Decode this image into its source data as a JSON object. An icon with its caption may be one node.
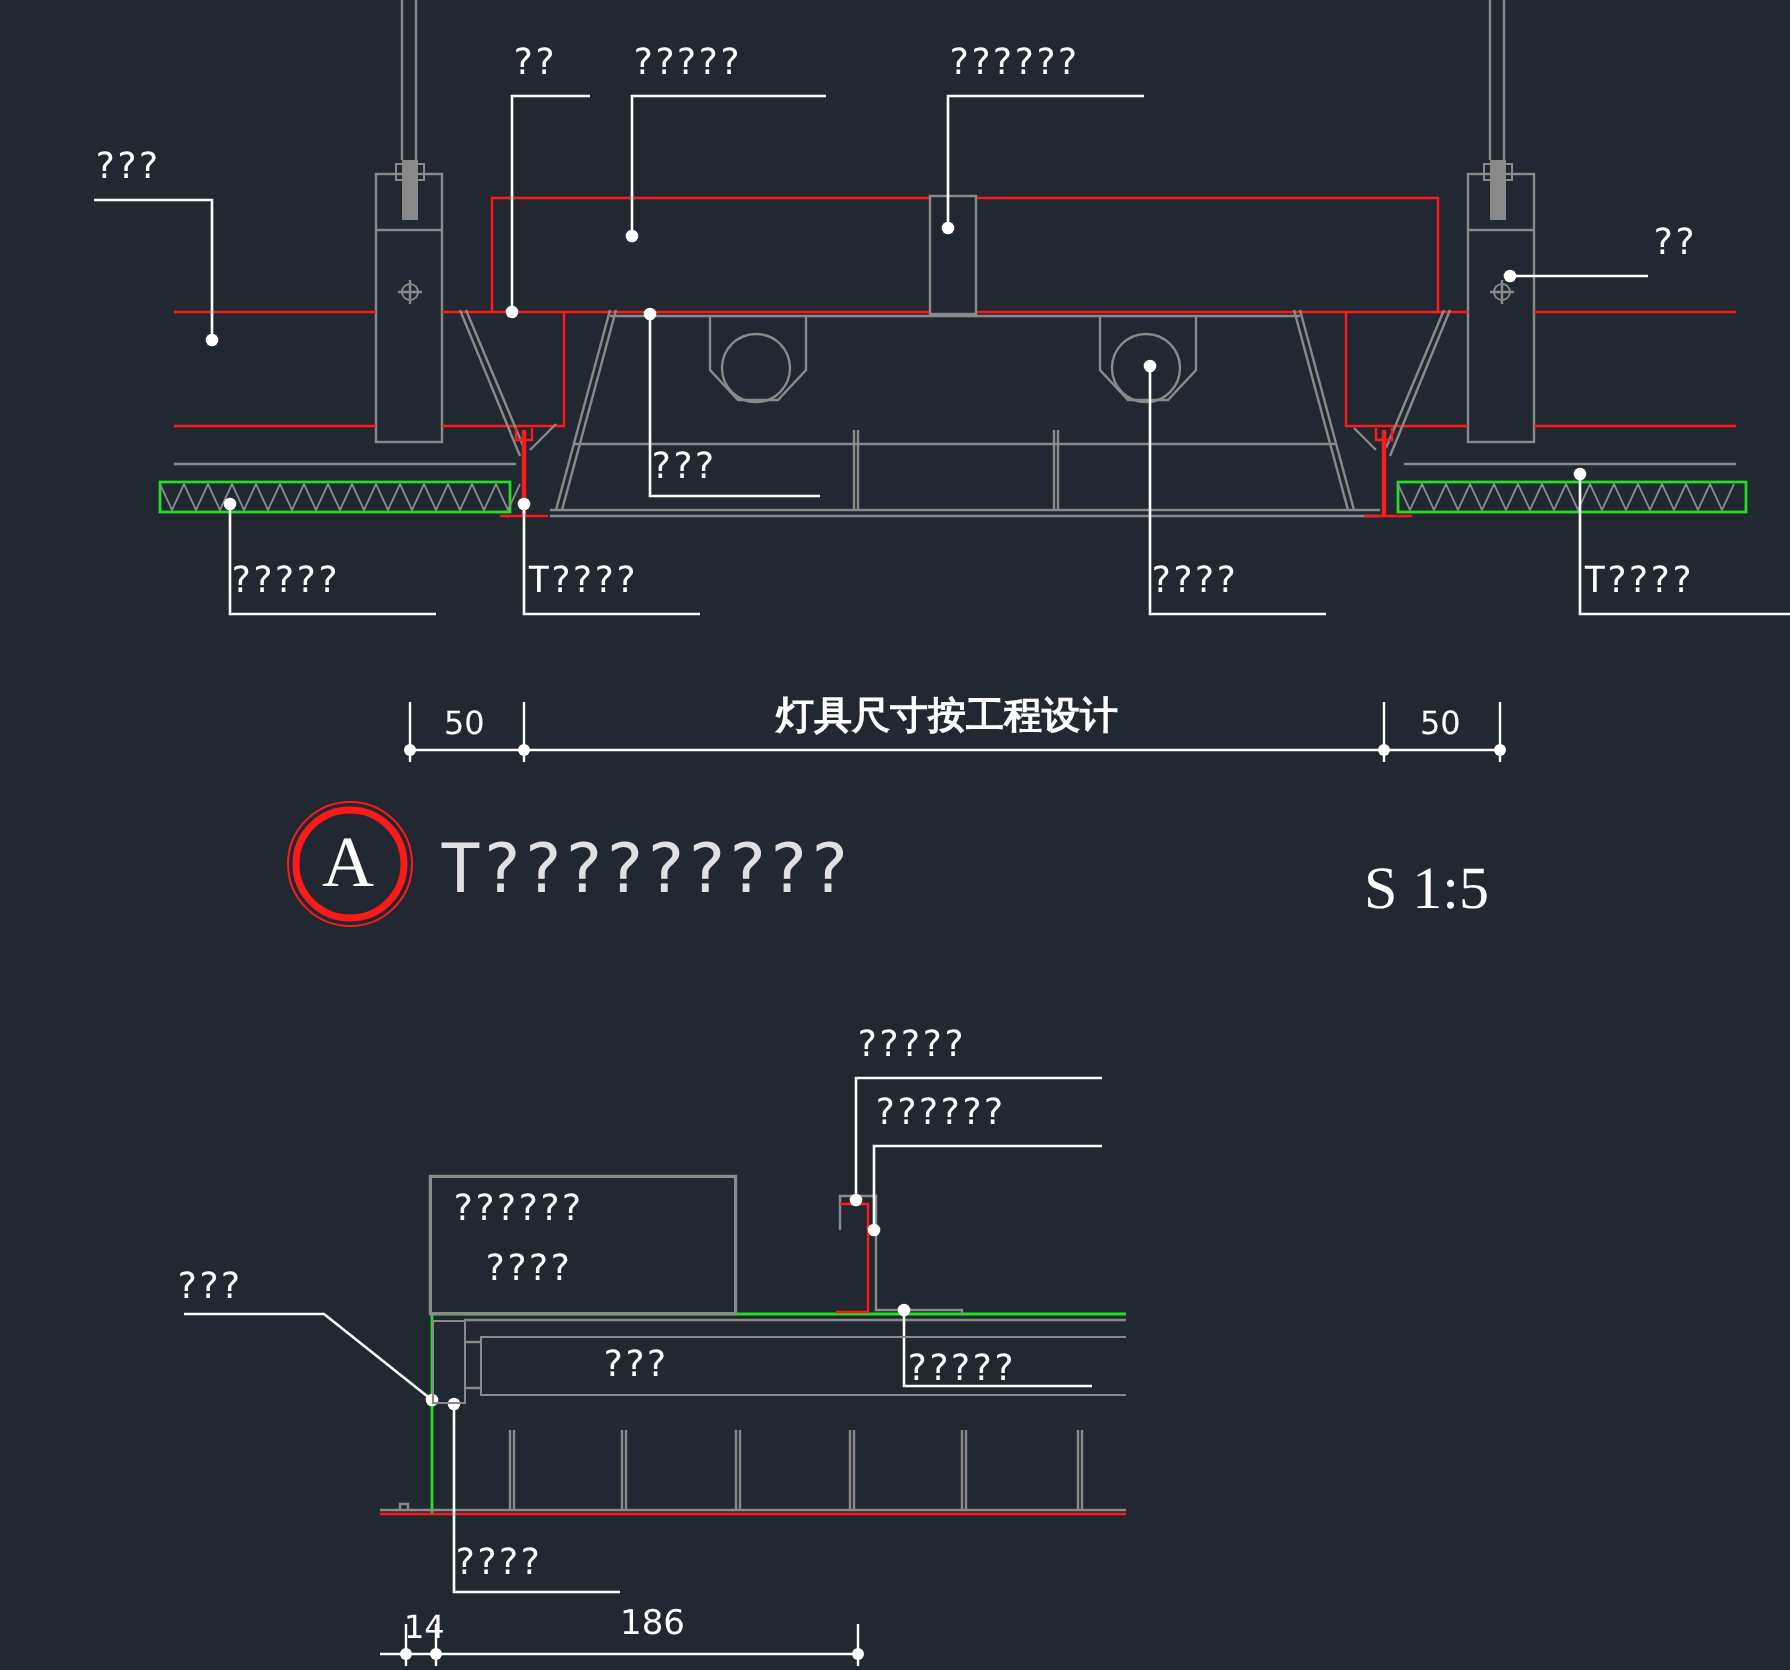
{
  "diagram": {
    "nodes": [
      {
        "text": [
          "???"
        ]
      },
      {
        "text": [
          "??"
        ]
      },
      {
        "text": [
          "?????"
        ]
      },
      {
        "text": [
          "??????"
        ]
      },
      {
        "text": [
          "??"
        ]
      },
      {
        "text": [
          "?????"
        ]
      },
      {
        "text": [
          "T????"
        ]
      },
      {
        "text": [
          "???"
        ]
      },
      {
        "text": [
          "????"
        ]
      },
      {
        "text": [
          "T????"
        ]
      },
      {
        "text": [
          "?????"
        ]
      },
      {
        "text": [
          "??????"
        ]
      },
      {
        "text": [
          "??????",
          "????"
        ]
      },
      {
        "text": [
          "???"
        ]
      },
      {
        "text": [
          "???"
        ]
      },
      {
        "text": [
          "?????"
        ],
        "in": 14
      },
      {
        "text": [
          "????"
        ]
      },
      {
        "text": [],
        "shape": "box"
      }
    ],
    "edges": [
      {
        "from": 0,
        "to": null,
        "arrow": "other"
      },
      {
        "from": 1,
        "to": null,
        "arrow": "other"
      },
      {
        "from": 2,
        "to": null,
        "arrow": "other"
      },
      {
        "from": 3,
        "to": null,
        "arrow": "other"
      },
      {
        "from": 4,
        "to": null,
        "arrow": "other"
      },
      {
        "from": 5,
        "to": null,
        "arrow": "other"
      },
      {
        "from": 6,
        "to": null,
        "arrow": "other"
      },
      {
        "from": 7,
        "to": null,
        "arrow": "other"
      },
      {
        "from": 8,
        "to": null,
        "arrow": "other"
      },
      {
        "from": 9,
        "to": null,
        "arrow": "other"
      },
      {
        "from": 10,
        "to": null,
        "arrow": "other"
      },
      {
        "from": 11,
        "to": null,
        "arrow": "other"
      },
      {
        "from": 13,
        "to": 17,
        "arrow": "other"
      },
      {
        "from": 15,
        "to": null,
        "arrow": "other"
      },
      {
        "from": 16,
        "to": 17,
        "arrow": "other"
      }
    ],
    "labels": [
      "50",
      "灯具尺寸按工程设计",
      "50",
      "A",
      "T?????????",
      "S 1:5",
      "14",
      "186"
    ]
  }
}
